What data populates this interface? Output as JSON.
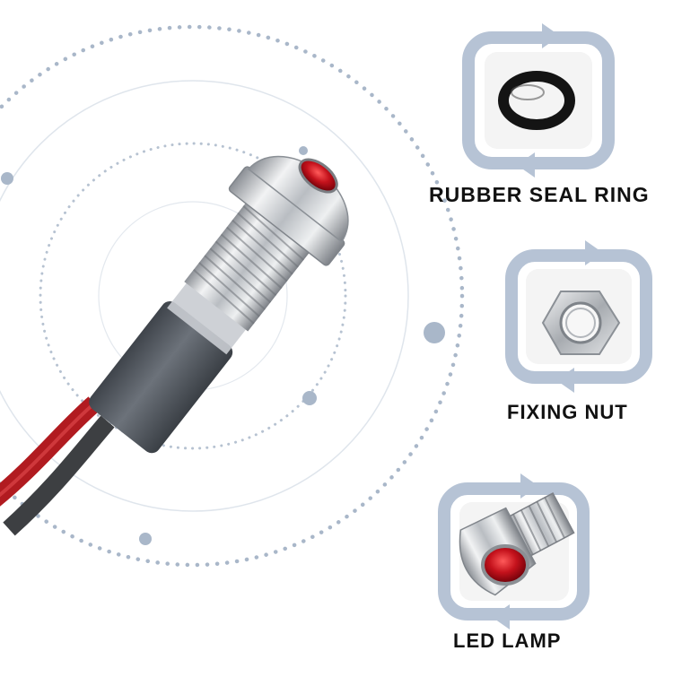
{
  "labels": {
    "rubber_seal_ring": "RUBBER SEAL RING",
    "fixing_nut": "FIXING NUT",
    "led_lamp": "LED LAMP"
  },
  "colors": {
    "dots": "#a9b7c9",
    "frame": "#b6c3d5",
    "frame_inner": "#f3f3f3",
    "led_red": "#b5101a",
    "sleeve_gray": "#5b6168",
    "chrome": "#cfd2d6",
    "text": "#111111"
  },
  "icons": [
    "rotate-arrows-frame-icon",
    "o-ring-icon",
    "hex-nut-icon",
    "led-lamp-head-icon"
  ]
}
